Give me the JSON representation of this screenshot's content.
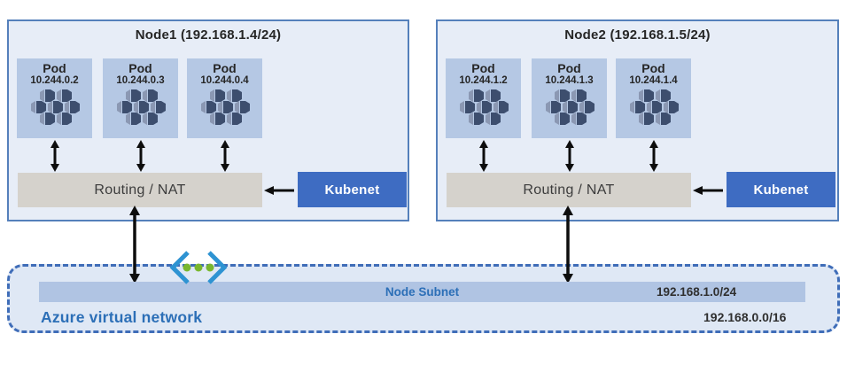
{
  "nodes": [
    {
      "title": "Node1 (192.168.1.4/24)",
      "pods": [
        {
          "label": "Pod",
          "ip": "10.244.0.2"
        },
        {
          "label": "Pod",
          "ip": "10.244.0.3"
        },
        {
          "label": "Pod",
          "ip": "10.244.0.4"
        }
      ],
      "routing_label": "Routing / NAT",
      "kubenet_label": "Kubenet"
    },
    {
      "title": "Node2 (192.168.1.5/24)",
      "pods": [
        {
          "label": "Pod",
          "ip": "10.244.1.2"
        },
        {
          "label": "Pod",
          "ip": "10.244.1.3"
        },
        {
          "label": "Pod",
          "ip": "10.244.1.4"
        }
      ],
      "routing_label": "Routing / NAT",
      "kubenet_label": "Kubenet"
    }
  ],
  "vnet": {
    "label": "Azure virtual network",
    "cidr": "192.168.0.0/16",
    "subnet": {
      "label": "Node Subnet",
      "cidr": "192.168.1.0/24"
    }
  },
  "icons": {
    "pod": "containers-icon",
    "vnet": "virtual-network-icon"
  },
  "colors": {
    "node_fill": "#e7edf7",
    "node_border": "#5580bb",
    "pod_fill": "#b5c8e4",
    "pod_icon": "#3d4e6e",
    "routing_fill": "#d5d2cc",
    "kubenet_fill": "#3e6cc2",
    "subnet_bar": "#b0c4e3",
    "vnet_fill": "#dfe8f5",
    "vnet_border": "#3f6db8",
    "azure_text": "#2c6fb7",
    "arrow": "#0d0d0d",
    "vnet_icon_chevron": "#2e93d2",
    "vnet_icon_dot": "#79b72e"
  }
}
